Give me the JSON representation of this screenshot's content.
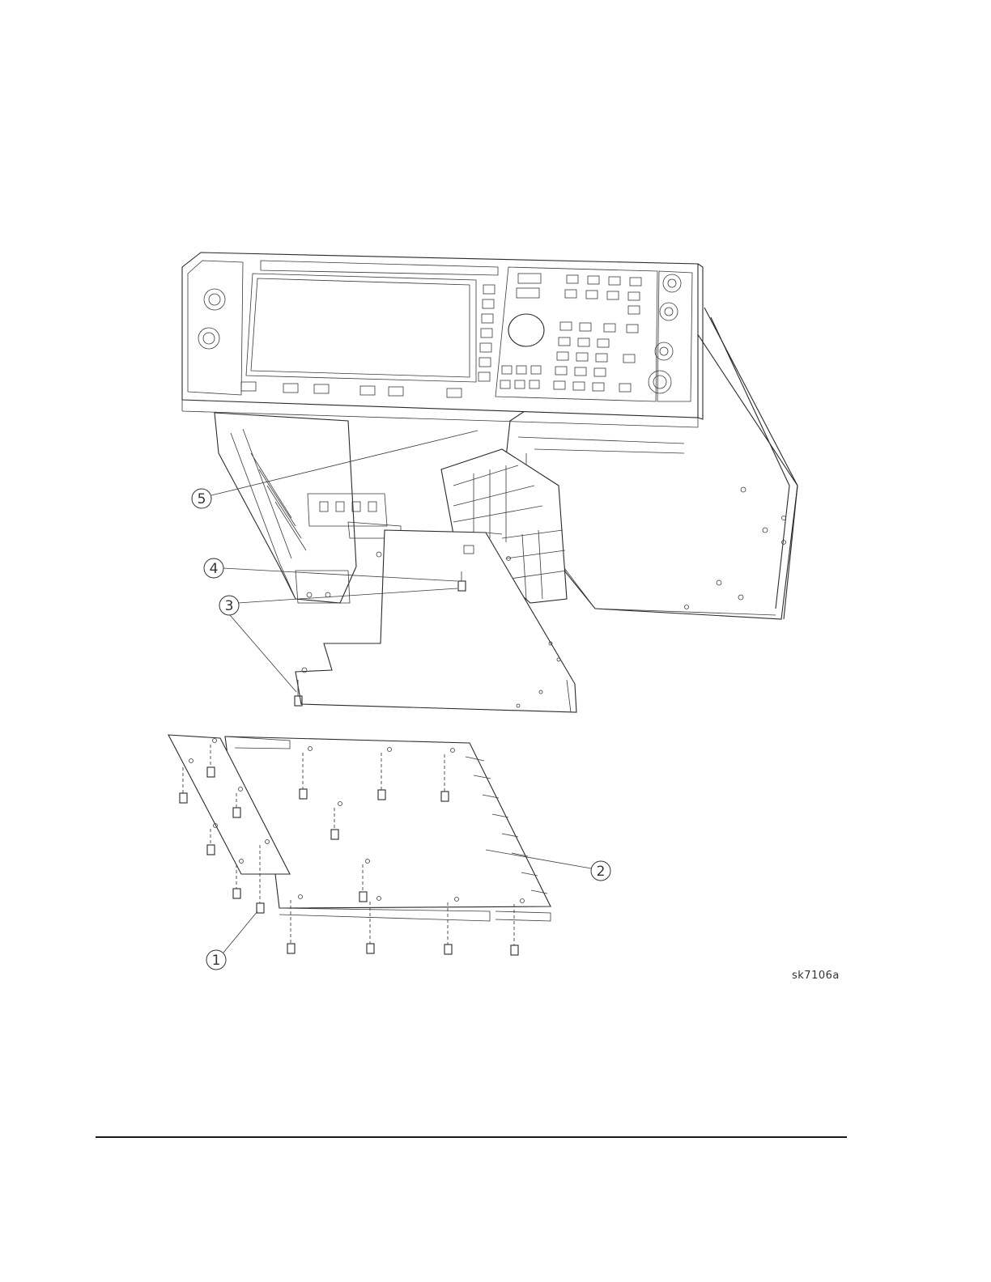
{
  "diagram": {
    "callouts": [
      {
        "id": "1",
        "label": "1"
      },
      {
        "id": "2",
        "label": "2"
      },
      {
        "id": "3",
        "label": "3"
      },
      {
        "id": "4",
        "label": "4"
      },
      {
        "id": "5",
        "label": "5"
      }
    ],
    "reference_label": "sk7106a"
  }
}
